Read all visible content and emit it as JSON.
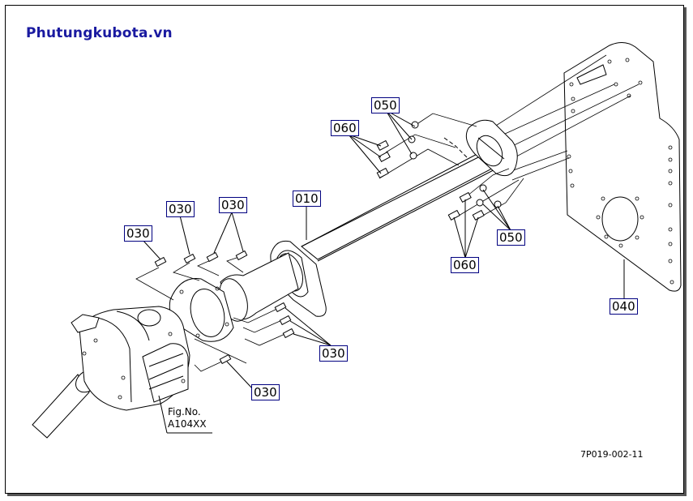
{
  "watermark": {
    "text": "Phutungkubota.vn",
    "color": "#1a1aa0"
  },
  "drawing_number": "7P019-002-11",
  "figure_reference": {
    "line1": "Fig.No.",
    "line2": "A104XX"
  },
  "callouts": {
    "p010": "010",
    "p030_a": "030",
    "p030_b": "030",
    "p030_c": "030",
    "p030_d": "030",
    "p030_e": "030",
    "p040": "040",
    "p050_a": "050",
    "p050_b": "050",
    "p060_a": "060",
    "p060_b": "060"
  },
  "colors": {
    "callout_border": "#000080",
    "line": "#000000",
    "background": "#ffffff"
  }
}
